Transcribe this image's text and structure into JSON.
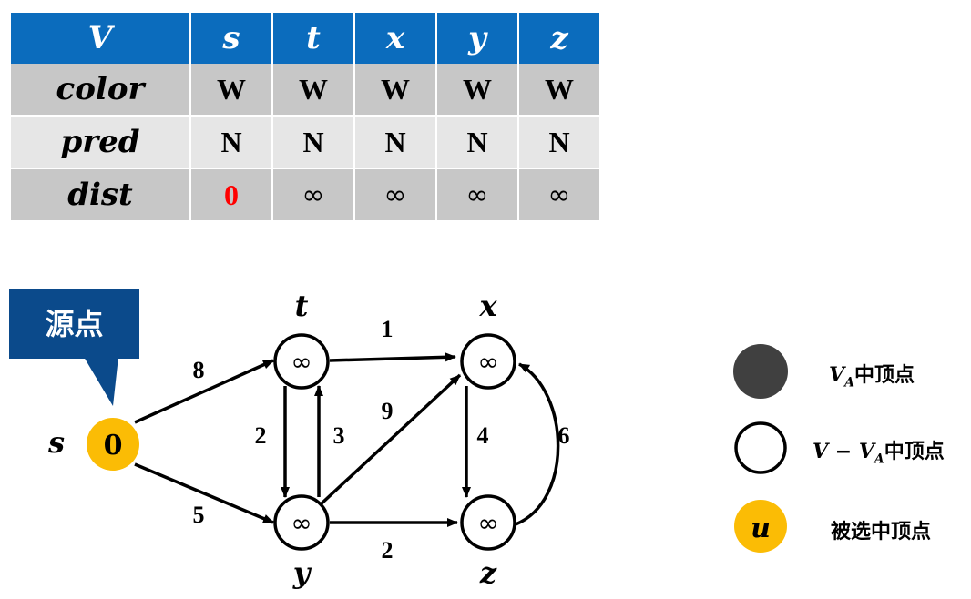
{
  "table": {
    "header": [
      "V",
      "s",
      "t",
      "x",
      "y",
      "z"
    ],
    "rows": [
      {
        "label": "color",
        "values": [
          "W",
          "W",
          "W",
          "W",
          "W"
        ]
      },
      {
        "label": "pred",
        "values": [
          "N",
          "N",
          "N",
          "N",
          "N"
        ]
      },
      {
        "label": "dist",
        "values": [
          "0",
          "∞",
          "∞",
          "∞",
          "∞"
        ]
      }
    ],
    "colors": {
      "header_bg": "#0b6cbd",
      "row_dark": "#c7c7c7",
      "row_light": "#e6e6e6",
      "highlight": "#ff0000"
    }
  },
  "graph": {
    "callout": "源点",
    "nodes": [
      {
        "name": "s",
        "value": "0",
        "state": "selected"
      },
      {
        "name": "t",
        "value": "∞",
        "state": "unvisited"
      },
      {
        "name": "x",
        "value": "∞",
        "state": "unvisited"
      },
      {
        "name": "y",
        "value": "∞",
        "state": "unvisited"
      },
      {
        "name": "z",
        "value": "∞",
        "state": "unvisited"
      }
    ],
    "edges": [
      {
        "from": "s",
        "to": "t",
        "weight": "8"
      },
      {
        "from": "s",
        "to": "y",
        "weight": "5"
      },
      {
        "from": "t",
        "to": "x",
        "weight": "1"
      },
      {
        "from": "t",
        "to": "y",
        "weight": "2"
      },
      {
        "from": "y",
        "to": "t",
        "weight": "3"
      },
      {
        "from": "y",
        "to": "x",
        "weight": "9"
      },
      {
        "from": "y",
        "to": "z",
        "weight": "2"
      },
      {
        "from": "x",
        "to": "z",
        "weight": "4"
      },
      {
        "from": "z",
        "to": "x",
        "weight": "6"
      }
    ],
    "colors": {
      "selected": "#fbbc05",
      "visited": "#404040"
    }
  },
  "legend": {
    "visited": {
      "var": "V",
      "sub": "A",
      "text": "中顶点"
    },
    "unvisited": {
      "var1": "V",
      "minus": " − ",
      "var2": "V",
      "sub": "A",
      "text": "中顶点"
    },
    "selected": {
      "symbol": "u",
      "text": "被选中顶点"
    }
  }
}
